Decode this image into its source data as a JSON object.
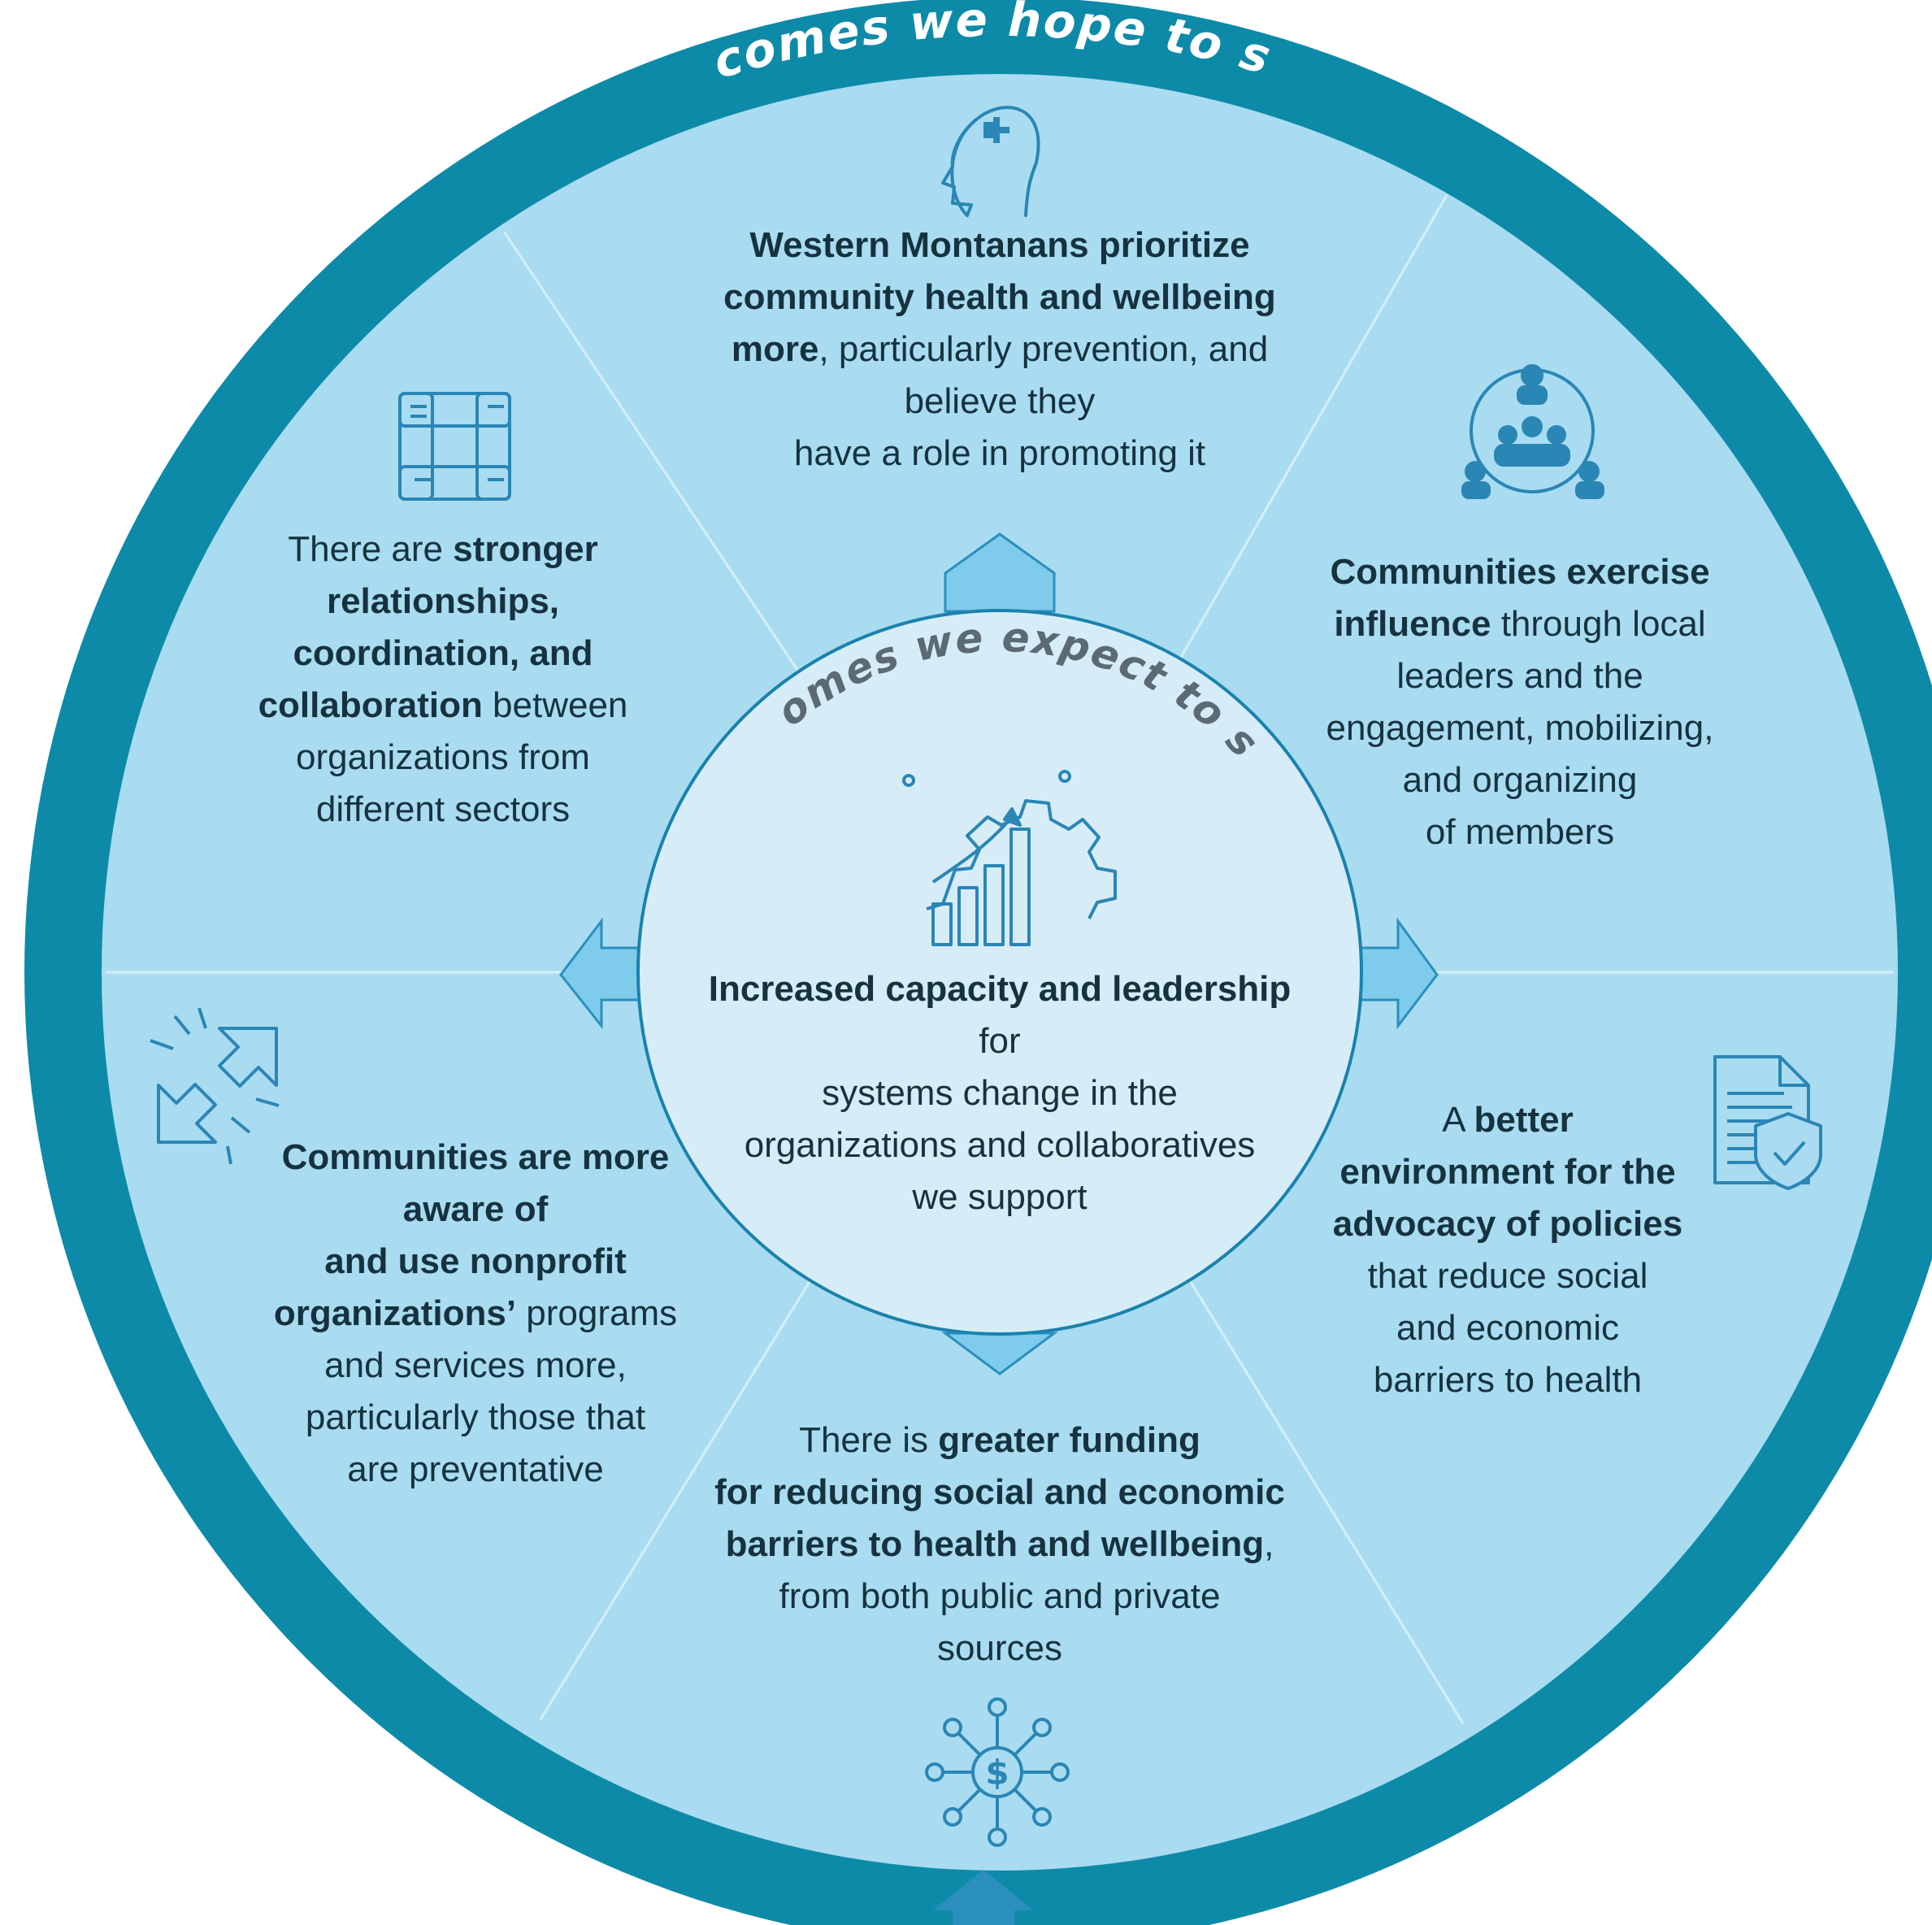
{
  "outer_title": "Outcomes we hope to see…",
  "inner_title": "Outcomes we expect to see…",
  "colors": {
    "ring": "#0e8aa9",
    "segment_fill": "#a9dcf1",
    "segment_divider": "#d6eef8",
    "center_fill": "#d6edf8",
    "center_stroke": "#1a82ad",
    "arrow_fill": "#7fcbec",
    "arrow_stroke": "#2a8fbd",
    "icon_stroke": "#2a86b5",
    "text": "#16323f",
    "title_white": "#ffffff",
    "title_gray": "#5b6a75"
  },
  "center": {
    "icon": "gear-growth-chart-icon",
    "bold": "Increased capacity and leadership",
    "lines": [
      "for",
      "systems change in the",
      "organizations and collaboratives",
      "we support"
    ]
  },
  "segments": {
    "top": {
      "icon": "head-plus-icon",
      "lines": [
        [
          {
            "t": "Western Montanans prioritize",
            "b": true
          }
        ],
        [
          {
            "t": "community health and wellbeing",
            "b": true
          }
        ],
        [
          {
            "t": "more",
            "b": true
          },
          {
            "t": ", particularly prevention, and",
            "b": false
          }
        ],
        [
          {
            "t": "believe they",
            "b": false
          }
        ],
        [
          {
            "t": "have a role in promoting it",
            "b": false
          }
        ]
      ]
    },
    "upper_left": {
      "icon": "linked-hands-icon",
      "lines": [
        [
          {
            "t": "There are ",
            "b": false
          },
          {
            "t": "stronger",
            "b": true
          }
        ],
        [
          {
            "t": "relationships,",
            "b": true
          }
        ],
        [
          {
            "t": "coordination, and",
            "b": true
          }
        ],
        [
          {
            "t": "collaboration",
            "b": true
          },
          {
            "t": " between",
            "b": false
          }
        ],
        [
          {
            "t": "organizations from",
            "b": false
          }
        ],
        [
          {
            "t": "different sectors",
            "b": false
          }
        ]
      ]
    },
    "upper_right": {
      "icon": "community-group-icon",
      "lines": [
        [
          {
            "t": "Communities exercise",
            "b": true
          }
        ],
        [
          {
            "t": "influence",
            "b": true
          },
          {
            "t": " through local",
            "b": false
          }
        ],
        [
          {
            "t": "leaders and the",
            "b": false
          }
        ],
        [
          {
            "t": "engagement, mobilizing,",
            "b": false
          }
        ],
        [
          {
            "t": "and organizing",
            "b": false
          }
        ],
        [
          {
            "t": "of members",
            "b": false
          }
        ]
      ]
    },
    "lower_left": {
      "icon": "expand-arrows-icon",
      "lines": [
        [
          {
            "t": "Communities are more",
            "b": true
          }
        ],
        [
          {
            "t": "aware of",
            "b": true
          }
        ],
        [
          {
            "t": "and use nonprofit",
            "b": true
          }
        ],
        [
          {
            "t": "organizations’",
            "b": true
          },
          {
            "t": " programs",
            "b": false
          }
        ],
        [
          {
            "t": "and services more,",
            "b": false
          }
        ],
        [
          {
            "t": "particularly those that",
            "b": false
          }
        ],
        [
          {
            "t": "are preventative",
            "b": false
          }
        ]
      ]
    },
    "lower_right": {
      "icon": "policy-document-shield-icon",
      "lines": [
        [
          {
            "t": "A ",
            "b": false
          },
          {
            "t": "better",
            "b": true
          }
        ],
        [
          {
            "t": "environment for the",
            "b": true
          }
        ],
        [
          {
            "t": "advocacy of policies",
            "b": true
          }
        ],
        [
          {
            "t": "that reduce social",
            "b": false
          }
        ],
        [
          {
            "t": "and economic",
            "b": false
          }
        ],
        [
          {
            "t": "barriers to health",
            "b": false
          }
        ]
      ]
    },
    "bottom": {
      "icon": "funding-network-icon",
      "lines": [
        [
          {
            "t": "There is ",
            "b": false
          },
          {
            "t": "greater funding",
            "b": true
          }
        ],
        [
          {
            "t": "for reducing social and economic",
            "b": true
          }
        ],
        [
          {
            "t": "barriers to health and wellbeing",
            "b": true
          },
          {
            "t": ",",
            "b": false
          }
        ],
        [
          {
            "t": "from both public and private",
            "b": false
          }
        ],
        [
          {
            "t": "sources",
            "b": false
          }
        ]
      ]
    }
  }
}
